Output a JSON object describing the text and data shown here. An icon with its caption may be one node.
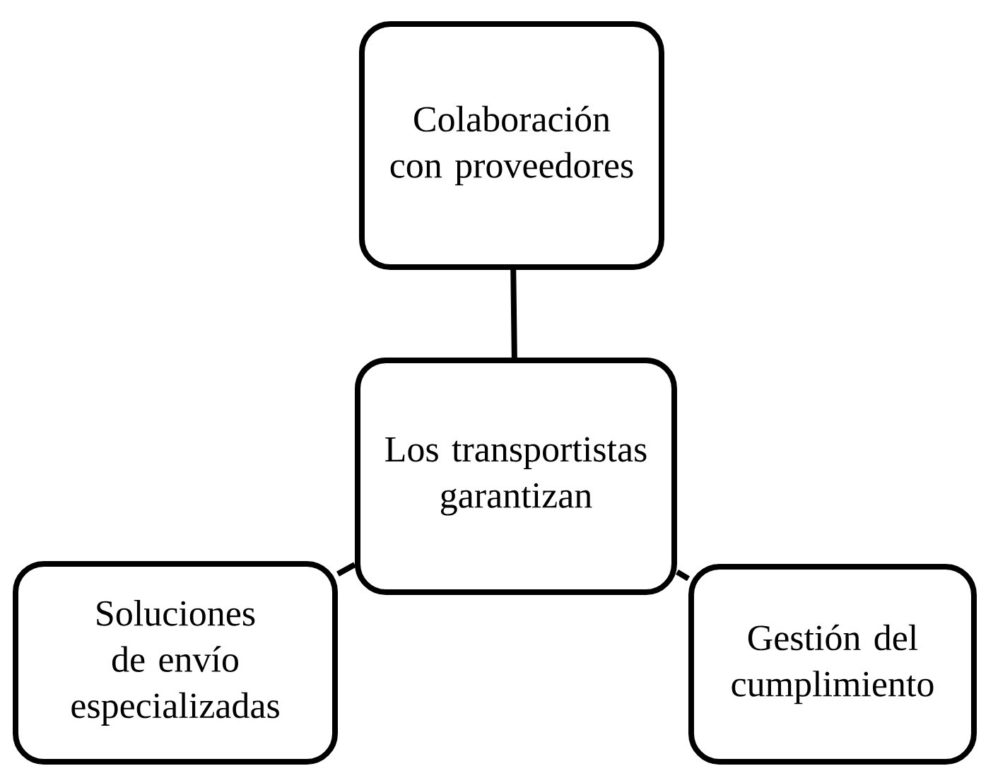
{
  "diagram": {
    "nodes": [
      {
        "text": [
          "Colaboración con proveedores"
        ]
      },
      {
        "text": [
          "Los transportistas garantizan"
        ]
      },
      {
        "text": [
          "Soluciones de envío especializadas"
        ]
      },
      {
        "text": [
          "Gestión del cumplimiento"
        ]
      }
    ],
    "edges": [
      {
        "from": 0,
        "to": 1,
        "arrow": "none"
      },
      {
        "from": 1,
        "to": 2,
        "arrow": "none"
      },
      {
        "from": 1,
        "to": 3,
        "arrow": "none"
      }
    ]
  }
}
